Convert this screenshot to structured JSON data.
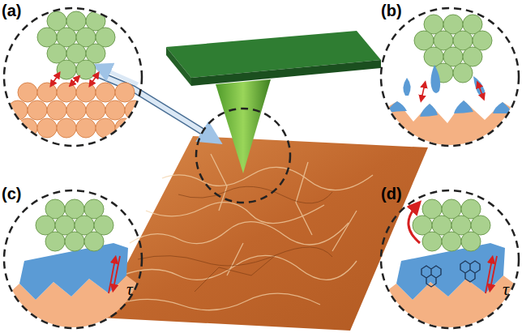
{
  "diagram": {
    "labels": [
      "(a)",
      "(b)",
      "(c)",
      "(d)",
      "τ",
      "τ"
    ]
  }
}
